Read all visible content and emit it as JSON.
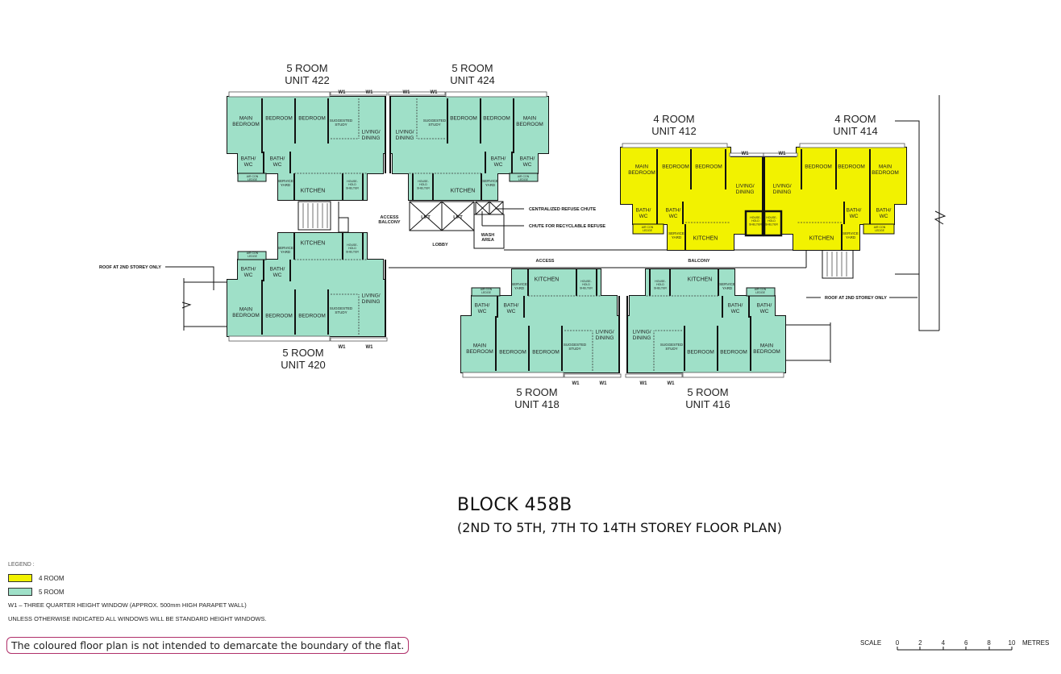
{
  "units": [
    {
      "id": "422",
      "type": "5 ROOM",
      "label": "UNIT 422",
      "category": "5room"
    },
    {
      "id": "424",
      "type": "5 ROOM",
      "label": "UNIT 424",
      "category": "5room"
    },
    {
      "id": "420",
      "type": "5 ROOM",
      "label": "UNIT 420",
      "category": "5room"
    },
    {
      "id": "418",
      "type": "5 ROOM",
      "label": "UNIT 418",
      "category": "5room"
    },
    {
      "id": "416",
      "type": "5 ROOM",
      "label": "UNIT 416",
      "category": "5room"
    },
    {
      "id": "412",
      "type": "4 ROOM",
      "label": "UNIT 412",
      "category": "4room"
    },
    {
      "id": "414",
      "type": "4 ROOM",
      "label": "UNIT 414",
      "category": "4room"
    }
  ],
  "rooms": {
    "main_bedroom": [
      "MAIN",
      "BEDROOM"
    ],
    "bedroom": [
      "BEDROOM"
    ],
    "suggested_study": [
      "SUGGESTED",
      "STUDY"
    ],
    "living_dining": [
      "LIVING/",
      "DINING"
    ],
    "bath_wc": [
      "BATH/",
      "WC"
    ],
    "air_con_ledge": [
      "AIR CON",
      "LEDGE"
    ],
    "service_yard": [
      "SERVICE",
      "YARD"
    ],
    "kitchen": [
      "KITCHEN"
    ],
    "household_shelter": [
      "HOUSE-",
      "HOLD",
      "SHELTER"
    ],
    "window": [
      "W1"
    ]
  },
  "common": {
    "access_balcony": [
      "ACCESS",
      "BALCONY"
    ],
    "lift": "LIFT",
    "lobby": "LOBBY",
    "wash_area": [
      "WASH",
      "AREA"
    ],
    "refuse_chute": "CENTRALIZED REFUSE CHUTE",
    "recycle_chute": "CHUTE FOR RECYCLABLE REFUSE",
    "access": "ACCESS",
    "balcony": "BALCONY",
    "roof_note": "ROOF AT 2ND STOREY ONLY"
  },
  "colors": {
    "4room": "#f2f200",
    "5room": "#9fe0c8"
  },
  "title": {
    "block": "BLOCK  458B",
    "subtitle": "(2ND TO 5TH, 7TH TO 14TH STOREY FLOOR PLAN)"
  },
  "legend": {
    "heading": "LEGEND :",
    "items": [
      {
        "label": "4 ROOM"
      },
      {
        "label": "5 ROOM"
      }
    ],
    "w1_note": "W1  –  THREE QUARTER HEIGHT WINDOW (APPROX. 500mm HIGH PARAPET WALL)",
    "std_note": "UNLESS OTHERWISE INDICATED ALL WINDOWS WILL BE STANDARD HEIGHT WINDOWS."
  },
  "disclaimer": "The coloured floor plan is not intended to demarcate the boundary of the flat.",
  "scale": {
    "label": "SCALE",
    "ticks": [
      "0",
      "2",
      "4",
      "6",
      "8",
      "10"
    ],
    "unit": "METRES"
  }
}
